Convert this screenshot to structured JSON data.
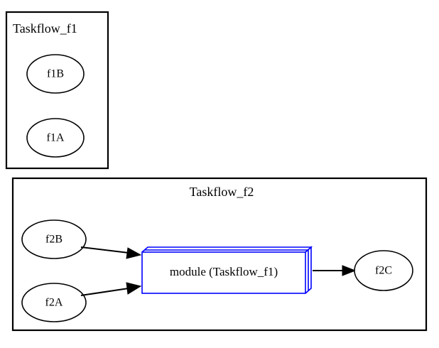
{
  "diagram": {
    "title_text": "",
    "background_color": "#ffffff",
    "outline_color": "#000000",
    "module_accent_color": "#0000ff",
    "clusters": [
      {
        "id": "cluster_f1",
        "label": "Taskflow_f1",
        "label_align": "left",
        "nodes": [
          {
            "id": "f1B",
            "label": "f1B",
            "shape": "ellipse"
          },
          {
            "id": "f1A",
            "label": "f1A",
            "shape": "ellipse"
          }
        ]
      },
      {
        "id": "cluster_f2",
        "label": "Taskflow_f2",
        "label_align": "center",
        "nodes": [
          {
            "id": "f2B",
            "label": "f2B",
            "shape": "ellipse"
          },
          {
            "id": "f2A",
            "label": "f2A",
            "shape": "ellipse"
          },
          {
            "id": "module_f1",
            "label": "module (Taskflow_f1)",
            "shape": "box3d",
            "color": "#0000ff"
          },
          {
            "id": "f2C",
            "label": "f2C",
            "shape": "ellipse"
          }
        ],
        "edges": [
          {
            "from": "f2B",
            "to": "module_f1",
            "arrow": "normal"
          },
          {
            "from": "f2A",
            "to": "module_f1",
            "arrow": "normal"
          },
          {
            "from": "module_f1",
            "to": "f2C",
            "arrow": "normal"
          }
        ]
      }
    ]
  }
}
